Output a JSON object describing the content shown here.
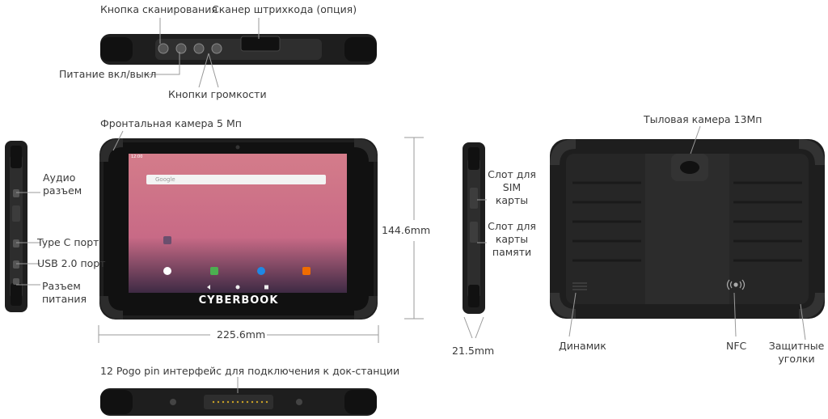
{
  "labels": {
    "scan_button": "Кнопка сканирования",
    "barcode_scanner": "Сканер штрихкода (опция)",
    "power": "Питание вкл/выкл",
    "volume": "Кнопки громкости",
    "front_camera": "Фронтальная камера 5 Мп",
    "audio_1": "Аудио",
    "audio_2": "разъем",
    "typec": "Type C порт",
    "usb": "USB 2.0 порт",
    "dc_1": "Разъем",
    "dc_2": "питания",
    "height": "144.6mm",
    "width": "225.6mm",
    "sim_1": "Слот для",
    "sim_2": "SIM",
    "sim_3": "карты",
    "mem_1": "Слот для",
    "mem_2": "карты",
    "mem_3": "памяти",
    "depth": "21.5mm",
    "rear_camera": "Тыловая камера 13Мп",
    "speaker": "Динамик",
    "nfc": "NFC",
    "corners_1": "Защитные",
    "corners_2": "уголки",
    "pogo": "12 Pogo pin интерфейс для подключения к док-станции"
  },
  "screen": {
    "brand": "CYBERBOOK",
    "search_placeholder": "Google",
    "status_time": "12:00"
  },
  "colors": {
    "body": "#1e1e1e",
    "edge": "#3a3a3a",
    "wallpaper_top": "#d47c8a",
    "wallpaper_bottom": "#3e2a44",
    "line": "#9a9a9a"
  }
}
